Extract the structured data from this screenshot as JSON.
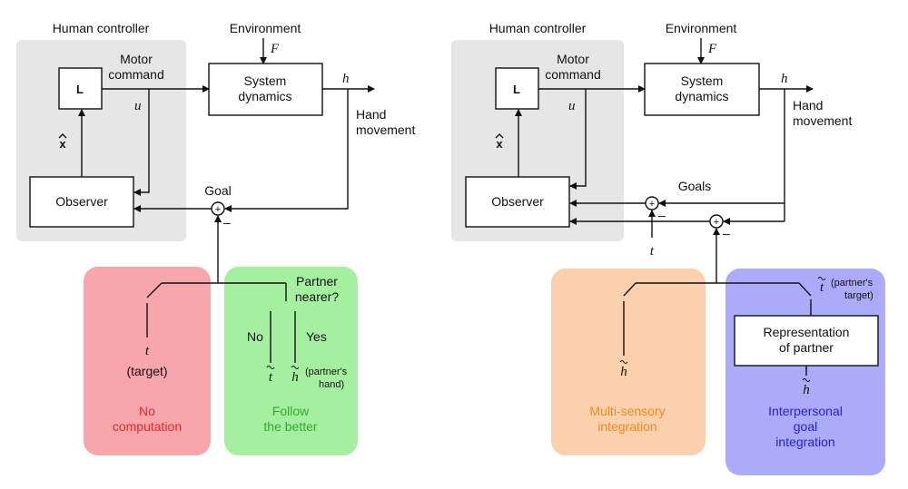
{
  "left_panel": {
    "human_controller": "Human controller",
    "environment": "Environment",
    "F": "F",
    "motor_command_1": "Motor",
    "motor_command_2": "command",
    "L": "L",
    "u": "u",
    "system_dynamics_1": "System",
    "system_dynamics_2": "dynamics",
    "h": "h",
    "hand_movement_1": "Hand",
    "hand_movement_2": "movement",
    "xhat": "x",
    "observer": "Observer",
    "goal": "Goal",
    "plus": "+",
    "minus": "–",
    "no_computation": {
      "t": "t",
      "target": "(target)",
      "caption_1": "No",
      "caption_2": "computation",
      "color": "#f7a6ab",
      "text_color": "#e8282f"
    },
    "follow_better": {
      "question_1": "Partner",
      "question_2": "nearer?",
      "no": "No",
      "yes": "Yes",
      "t_tilde": "t",
      "h_tilde": "h",
      "partner_hand_1": "(partner's",
      "partner_hand_2": "hand)",
      "caption_1": "Follow",
      "caption_2": "the better",
      "color": "#a5f0a0",
      "text_color": "#33a833"
    }
  },
  "right_panel": {
    "human_controller": "Human controller",
    "environment": "Environment",
    "F": "F",
    "motor_command_1": "Motor",
    "motor_command_2": "command",
    "L": "L",
    "u": "u",
    "system_dynamics_1": "System",
    "system_dynamics_2": "dynamics",
    "h": "h",
    "hand_movement_1": "Hand",
    "hand_movement_2": "movement",
    "xhat": "x",
    "observer": "Observer",
    "goals": "Goals",
    "plus": "+",
    "minus": "–",
    "t": "t",
    "multi_sensory": {
      "h_tilde": "h",
      "caption_1": "Multi-sensory",
      "caption_2": "integration",
      "color": "#fbd0ad",
      "text_color": "#f08a1d"
    },
    "interpersonal": {
      "t_tilde": "t",
      "partner_target_1": "(partner's",
      "partner_target_2": "target)",
      "representation_1": "Representation",
      "representation_2": "of partner",
      "h_tilde": "h",
      "caption_1": "Interpersonal",
      "caption_2": "goal",
      "caption_3": "integration",
      "color": "#acabfa",
      "text_color": "#2323d8"
    }
  },
  "colors": {
    "controller_bg": "#e6e6e6",
    "lines": "#111111"
  }
}
